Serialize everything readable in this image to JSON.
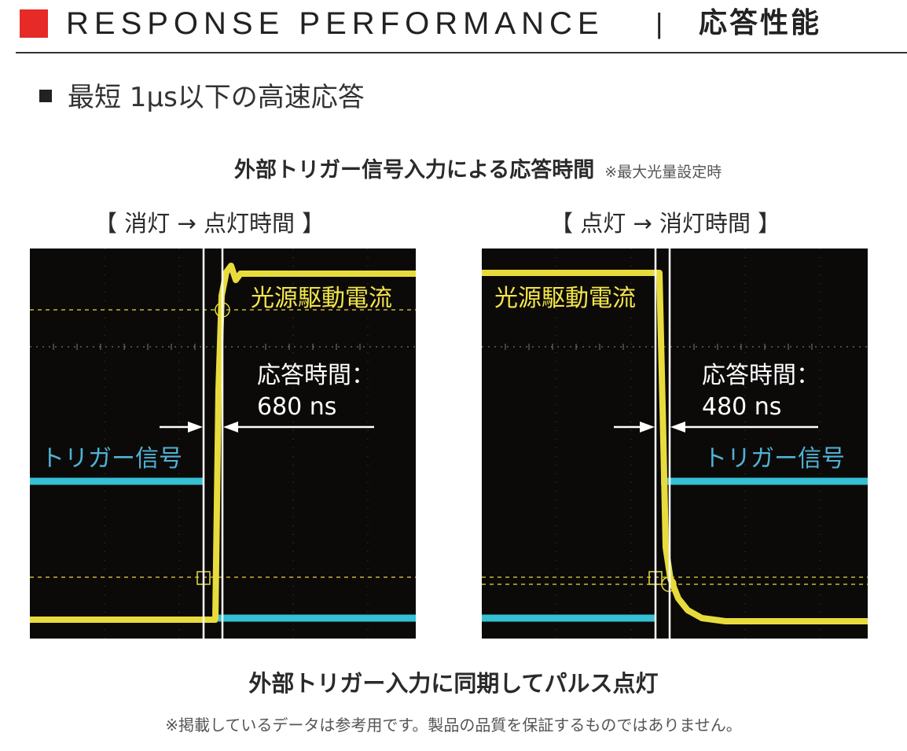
{
  "header": {
    "title_en": "RESPONSE PERFORMANCE",
    "separator": "|",
    "title_ja": "応答性能",
    "accent_color": "#e52a28"
  },
  "summary": {
    "bullet_text": "最短 1μs以下の高速応答"
  },
  "section": {
    "title": "外部トリガー信号入力による応答時間",
    "note": "※最大光量設定時"
  },
  "scopes": [
    {
      "label": "【 消灯 → 点灯時間 】",
      "light_label": "光源駆動電流",
      "trigger_label": "トリガー信号",
      "response_label": "応答時間：",
      "response_value": "680 ns"
    },
    {
      "label": "【 点灯 → 消灯時間 】",
      "light_label": "光源駆動電流",
      "trigger_label": "トリガー信号",
      "response_label": "応答時間：",
      "response_value": "480 ns"
    }
  ],
  "colors": {
    "scope_bg": "#0c0a09",
    "light_trace": "#e8dc3c",
    "trigger_trace": "#35c0d3"
  },
  "footer": {
    "caption": "外部トリガー入力に同期してパルス点灯",
    "disclaimer": "※掲載しているデータは参考用です。製品の品質を保証するものではありません。"
  }
}
